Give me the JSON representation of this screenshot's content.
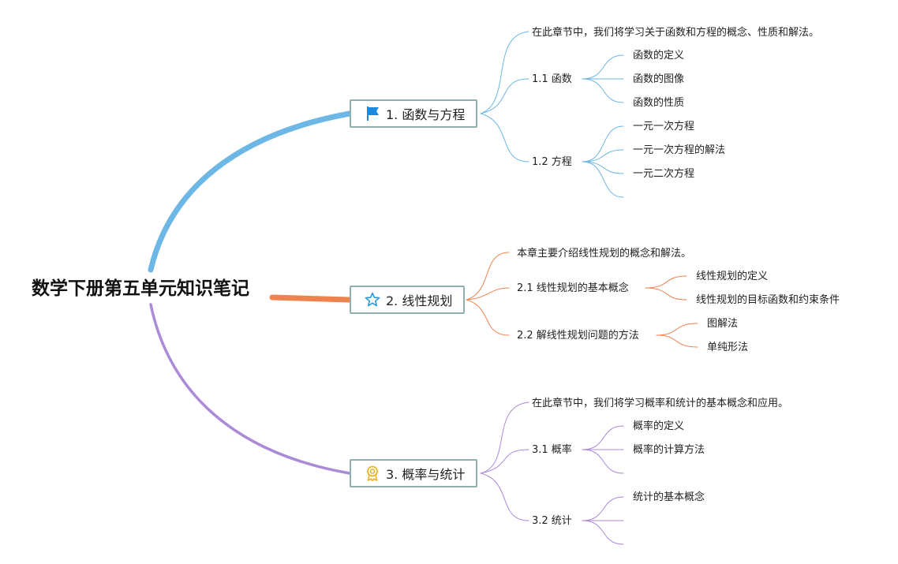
{
  "root": {
    "title": "数学下册第五单元知识笔记"
  },
  "colors": {
    "branch1": "#6cb7e6",
    "branch2": "#ef8350",
    "branch3": "#ab8ad8",
    "box_border": "#8fb0ad",
    "flag": "#1b8ae0",
    "star": "#2a9ae0",
    "medal": "#e8b62a"
  },
  "branches": [
    {
      "label": "1. 函数与方程",
      "icon": "flag-icon",
      "intro": "在此章节中，我们将学习关于函数和方程的概念、性质和解法。",
      "sections": [
        {
          "label": "1.1 函数",
          "items": [
            "函数的定义",
            "函数的图像",
            "函数的性质"
          ]
        },
        {
          "label": "1.2 方程",
          "items": [
            "一元一次方程",
            "一元一次方程的解法",
            "一元二次方程",
            ""
          ]
        }
      ]
    },
    {
      "label": "2. 线性规划",
      "icon": "star-icon",
      "intro": "本章主要介绍线性规划的概念和解法。",
      "sections": [
        {
          "label": "2.1 线性规划的基本概念",
          "items": [
            "线性规划的定义",
            "线性规划的目标函数和约束条件"
          ]
        },
        {
          "label": "2.2 解线性规划问题的方法",
          "items": [
            "图解法",
            "单纯形法"
          ]
        }
      ]
    },
    {
      "label": "3. 概率与统计",
      "icon": "medal-icon",
      "intro": "在此章节中，我们将学习概率和统计的基本概念和应用。",
      "sections": [
        {
          "label": "3.1 概率",
          "items": [
            "概率的定义",
            "概率的计算方法",
            ""
          ]
        },
        {
          "label": "3.2 统计",
          "items": [
            "统计的基本概念",
            "",
            ""
          ]
        }
      ]
    }
  ]
}
